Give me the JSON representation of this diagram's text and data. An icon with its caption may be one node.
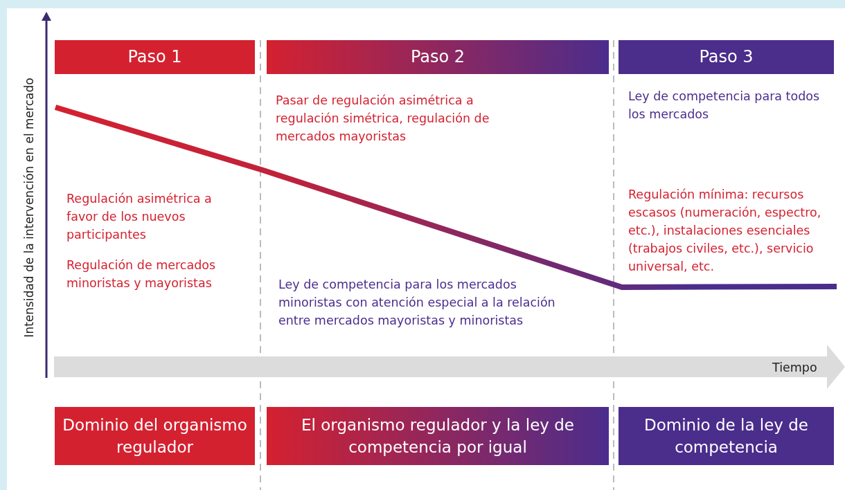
{
  "diagram": {
    "nodes": [
      {
        "text": [
          "Paso 1"
        ]
      },
      {
        "text": [
          "Paso 2"
        ]
      },
      {
        "text": [
          "Paso 3"
        ]
      },
      {
        "text": [
          "Dominio del organismo regulador"
        ]
      },
      {
        "text": [
          "El organismo regulador y la ley de competencia por igual"
        ]
      },
      {
        "text": [
          "Dominio de la ley de competencia"
        ]
      }
    ],
    "labels": [
      "Intensidad de la intervención en el mercado",
      "Pasar de regulación asimétrica a regulación simétrica, regulación de mercados mayoristas",
      "Ley de competencia para todos los mercados",
      "Regulación asimétrica a favor de los nuevos participantes",
      "Regulación mínima: recursos escasos (numeración, espectro, etc.), instalaciones esenciales (trabajos civiles, etc.), servicio universal, etc.",
      "Regulación de mercados minoristas y mayoristas",
      "Ley de competencia para los mercados minoristas con atención especial a la relación entre mercados mayoristas y minoristas",
      "Tiempo"
    ]
  }
}
